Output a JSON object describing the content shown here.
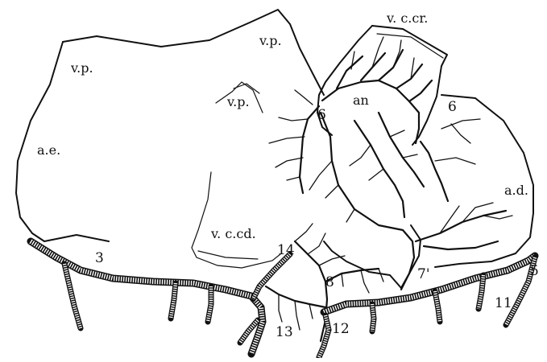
{
  "labels": {
    "vp_left": "v.p.",
    "vp_top": "v.p.",
    "vp_small": "v.p.",
    "vccr": "v. c.cr.",
    "an": "an",
    "six_left": "6",
    "six_right": "6",
    "ae": "a.e.",
    "ad": "a.d.",
    "vccd": "v. c.cd.",
    "n3": "3",
    "n14": "14",
    "n8": "8",
    "n7p": "7'",
    "n5": "5",
    "n11": "11",
    "n13": "13",
    "n12": "12"
  }
}
